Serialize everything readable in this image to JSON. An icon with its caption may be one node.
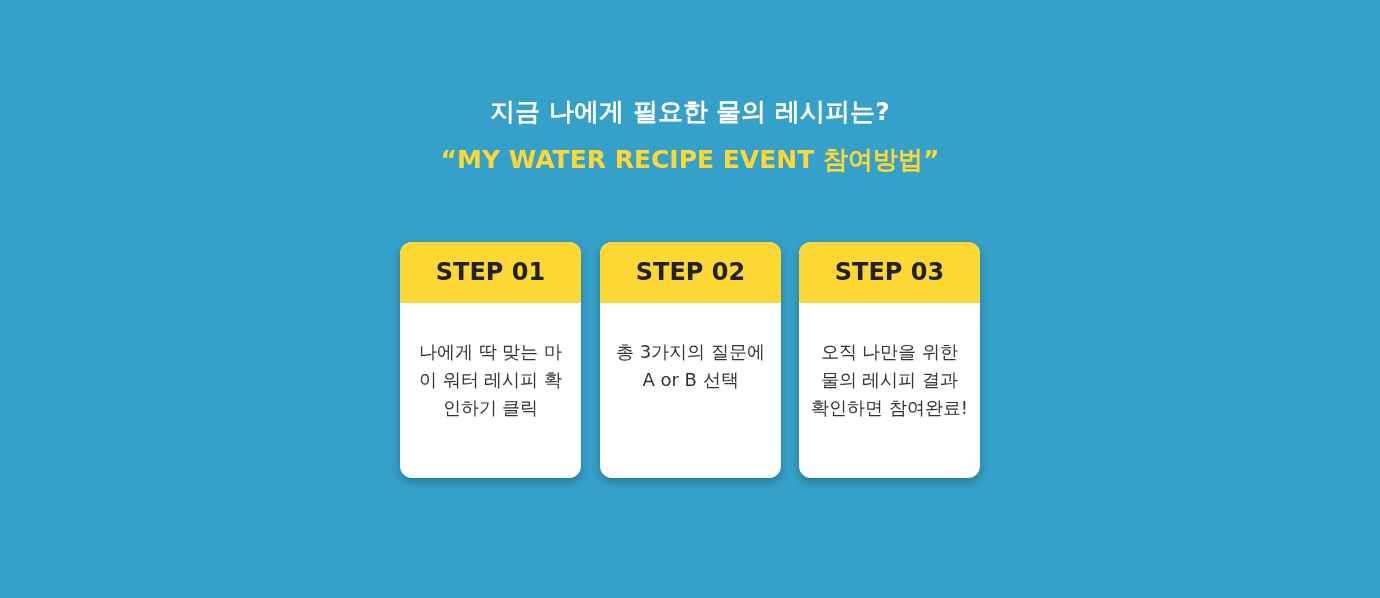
{
  "diagram": {
    "title": "지금 나에게 필요한 물의 레시피는?",
    "nodes": [
      {
        "text": [
          "STEP 01",
          "나에게 딱 맞는 마이 워터 레시피 확인하기 클릭"
        ]
      },
      {
        "text": [
          "STEP 02",
          "총 3가지의 질문에 A or B 선택"
        ]
      },
      {
        "text": [
          "STEP 03",
          "오직 나만을 위한 물의 레시피 결과 확인하면 참여완료!"
        ]
      }
    ],
    "labels": [
      "“MY WATER RECIPE EVENT 참여방법”"
    ]
  }
}
